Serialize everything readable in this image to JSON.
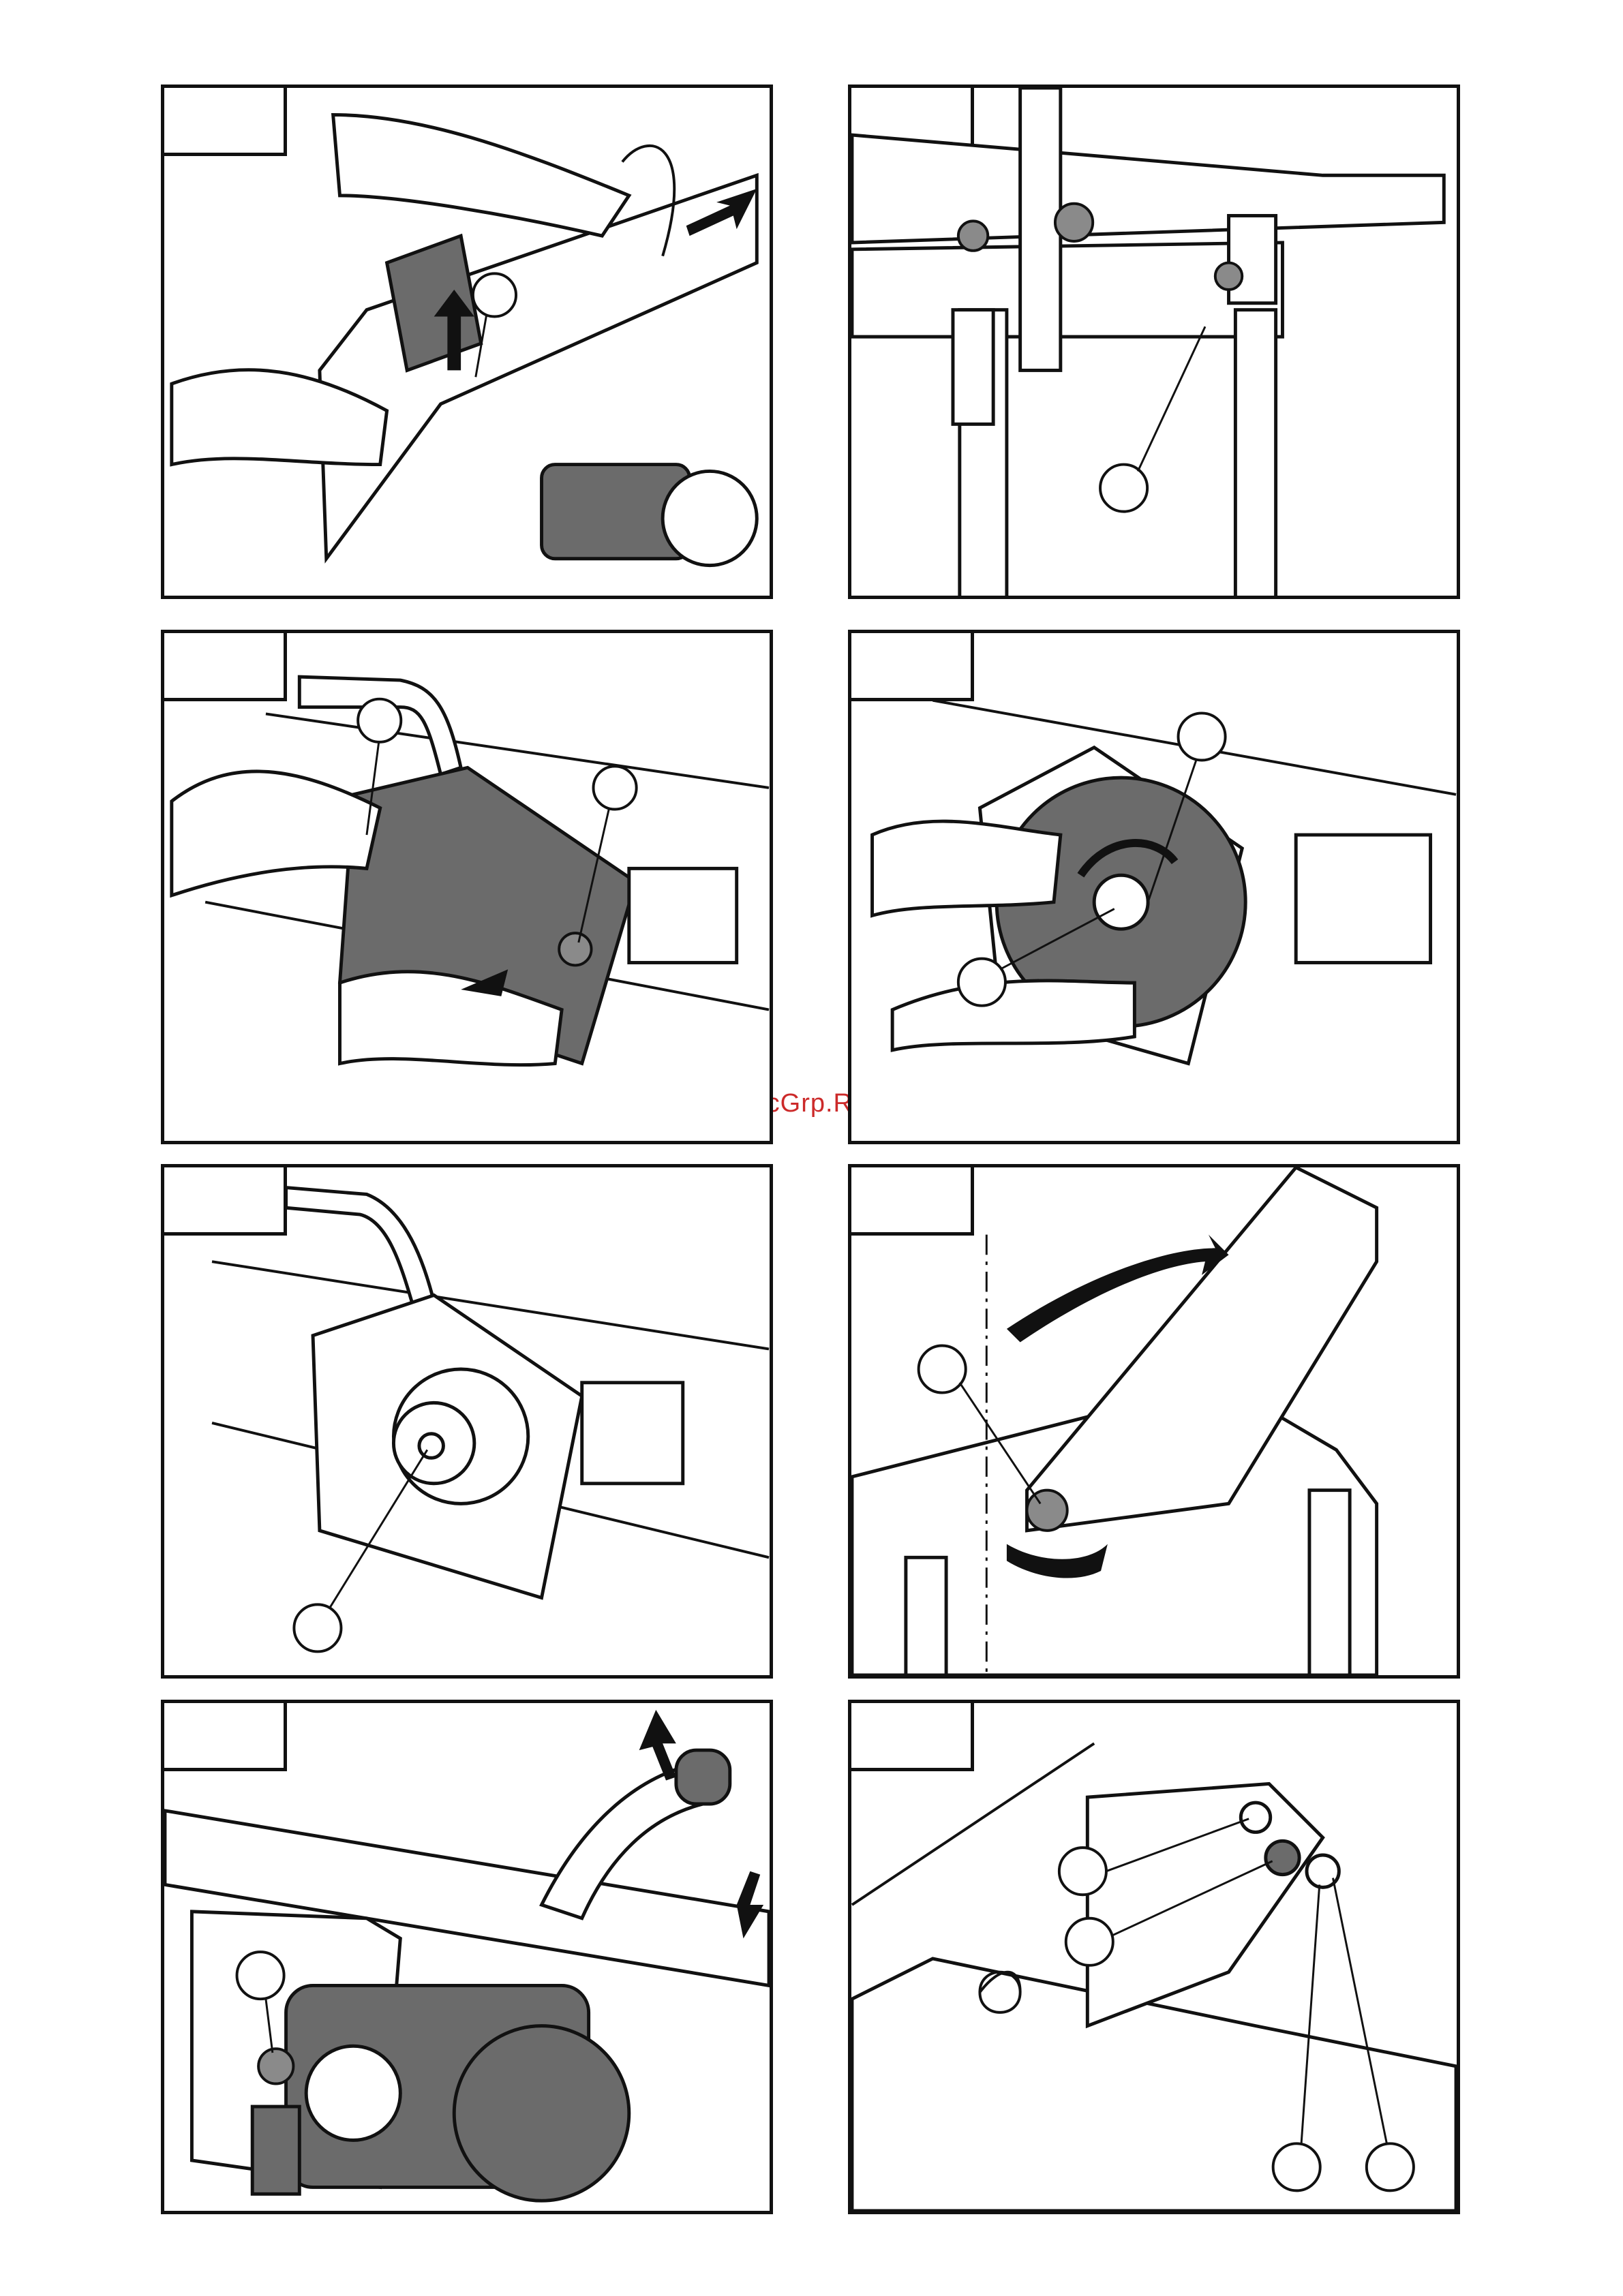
{
  "watermark": "McGrp.Ru",
  "panels": [
    {
      "id": "p1",
      "icons": [
        "hand-icon",
        "belt-icon",
        "motor-icon",
        "arrow-icon"
      ]
    },
    {
      "id": "p2",
      "icons": [
        "table-frame-icon",
        "knob-icon",
        "bolt-icon"
      ]
    },
    {
      "id": "p3",
      "icons": [
        "blade-guard-icon",
        "knob-icon",
        "hand-icon",
        "arrow-icon"
      ]
    },
    {
      "id": "p4",
      "icons": [
        "blade-icon",
        "flange-icon",
        "hand-icon",
        "arrow-icon"
      ]
    },
    {
      "id": "p5",
      "icons": [
        "flange-icon",
        "blade-housing-icon"
      ]
    },
    {
      "id": "p6",
      "icons": [
        "bevel-arm-icon",
        "knob-icon",
        "arrow-icon"
      ]
    },
    {
      "id": "p7",
      "icons": [
        "motor-icon",
        "switch-icon",
        "handle-icon",
        "arrow-icon"
      ]
    },
    {
      "id": "p8",
      "icons": [
        "spring-icon",
        "nut-icon",
        "bolt-icon"
      ]
    }
  ]
}
